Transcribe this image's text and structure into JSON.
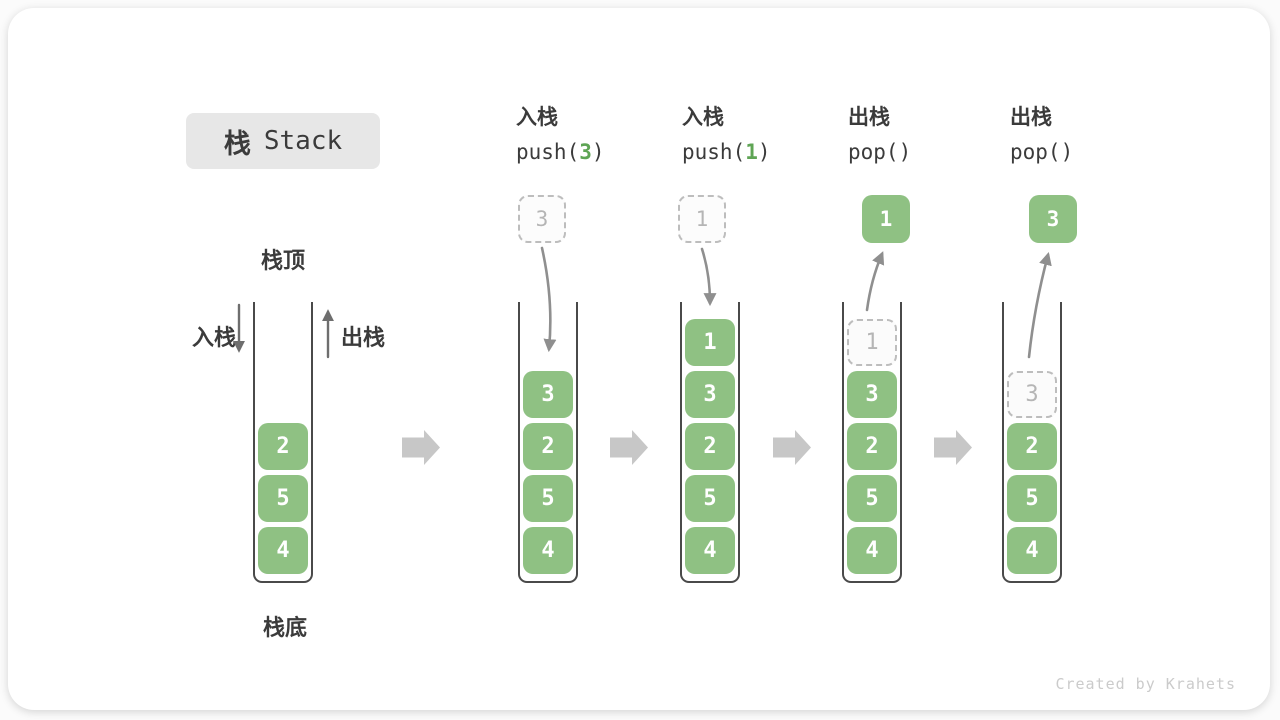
{
  "colors": {
    "block_green": "#8FC183",
    "code_arg_green": "#5FA555",
    "wall_dark": "#4A4A4A",
    "text_dark": "#3B3B3B",
    "ghost_gray": "#BDBDBD",
    "curved_arrow_gray": "#8F8F8F",
    "side_arrow_gray": "#6E6E6E",
    "flow_arrow_gray": "#C7C7C7",
    "badge_bg": "#E7E7E7",
    "watermark_gray": "#CBCBCB"
  },
  "title": {
    "zh": "栈",
    "en": "Stack"
  },
  "side_labels": {
    "top": "栈顶",
    "bottom": "栈底",
    "push": "入栈",
    "pop": "出栈"
  },
  "operations": [
    {
      "zh": "入栈",
      "code_pre": "push(",
      "code_arg": "3",
      "code_post": ")"
    },
    {
      "zh": "入栈",
      "code_pre": "push(",
      "code_arg": "1",
      "code_post": ")"
    },
    {
      "zh": "出栈",
      "code_pre": "pop(",
      "code_arg": "",
      "code_post": ")"
    },
    {
      "zh": "出栈",
      "code_pre": "pop(",
      "code_arg": "",
      "code_post": ")"
    }
  ],
  "stacks": [
    {
      "blocks": [
        "2",
        "5",
        "4"
      ]
    },
    {
      "incoming": "3",
      "blocks": [
        "3",
        "2",
        "5",
        "4"
      ]
    },
    {
      "incoming": "1",
      "blocks": [
        "1",
        "3",
        "2",
        "5",
        "4"
      ]
    },
    {
      "popped": "1",
      "ghost": "1",
      "blocks": [
        "3",
        "2",
        "5",
        "4"
      ]
    },
    {
      "popped": "3",
      "ghost": "3",
      "blocks": [
        "2",
        "5",
        "4"
      ]
    }
  ],
  "watermark": "Created by Krahets"
}
